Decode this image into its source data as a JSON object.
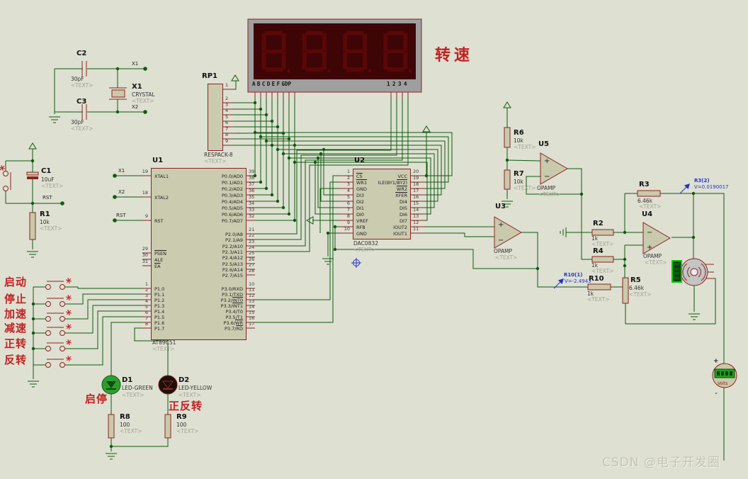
{
  "display": {
    "segments_label": "ABCDEFG",
    "dp_label": "DP",
    "digits_label": "1234",
    "annotation": "转速"
  },
  "ics": {
    "u1": {
      "ref": "U1",
      "part": "AT89C51",
      "text": "<TEXT>",
      "left_pins": [
        {
          "n": "19",
          "name": "XTAL1"
        },
        {
          "n": "18",
          "name": "XTAL2"
        },
        {
          "n": "9",
          "name": "RST"
        },
        {
          "n": "29",
          "name": "PSEN",
          "bar": "PSEN"
        },
        {
          "n": "30",
          "name": "ALE"
        },
        {
          "n": "31",
          "name": "EA",
          "bar": "EA"
        },
        {
          "n": "1",
          "name": "P1.0"
        },
        {
          "n": "2",
          "name": "P1.1"
        },
        {
          "n": "3",
          "name": "P1.2"
        },
        {
          "n": "4",
          "name": "P1.3"
        },
        {
          "n": "5",
          "name": "P1.4"
        },
        {
          "n": "6",
          "name": "P1.5"
        },
        {
          "n": "7",
          "name": "P1.6"
        },
        {
          "n": "8",
          "name": "P1.7"
        }
      ],
      "right_pins": [
        {
          "n": "39",
          "name": "P0.0/AD0"
        },
        {
          "n": "38",
          "name": "P0.1/AD1"
        },
        {
          "n": "37",
          "name": "P0.2/AD2"
        },
        {
          "n": "36",
          "name": "P0.3/AD3"
        },
        {
          "n": "35",
          "name": "P0.4/AD4"
        },
        {
          "n": "34",
          "name": "P0.5/AD5"
        },
        {
          "n": "33",
          "name": "P0.6/AD6"
        },
        {
          "n": "32",
          "name": "P0.7/AD7"
        },
        {
          "n": "21",
          "name": "P2.0/A8"
        },
        {
          "n": "22",
          "name": "P2.1/A9"
        },
        {
          "n": "23",
          "name": "P2.2/A10"
        },
        {
          "n": "24",
          "name": "P2.3/A11"
        },
        {
          "n": "25",
          "name": "P2.4/A12"
        },
        {
          "n": "26",
          "name": "P2.5/A13"
        },
        {
          "n": "27",
          "name": "P2.6/A14"
        },
        {
          "n": "28",
          "name": "P2.7/A15"
        },
        {
          "n": "10",
          "name": "P3.0/RXD"
        },
        {
          "n": "11",
          "name": "P3.1/TXD"
        },
        {
          "n": "12",
          "name": "P3.2/INT0",
          "bar": "INT0"
        },
        {
          "n": "13",
          "name": "P3.3/INT1",
          "bar": "INT1"
        },
        {
          "n": "14",
          "name": "P3.4/T0"
        },
        {
          "n": "15",
          "name": "P3.5/T1"
        },
        {
          "n": "16",
          "name": "P3.6/WR",
          "bar": "WR"
        },
        {
          "n": "17",
          "name": "P3.7/RD",
          "bar": "RD"
        }
      ]
    },
    "u2": {
      "ref": "U2",
      "part": "DAC0832",
      "text": "<TEXT>",
      "left_pins": [
        {
          "n": "1",
          "name": "CS",
          "bar": "CS"
        },
        {
          "n": "2",
          "name": "WR1",
          "bar": "WR1"
        },
        {
          "n": "3",
          "name": "GND"
        },
        {
          "n": "4",
          "name": "DI3"
        },
        {
          "n": "5",
          "name": "DI2"
        },
        {
          "n": "6",
          "name": "DI1"
        },
        {
          "n": "7",
          "name": "DI0"
        },
        {
          "n": "8",
          "name": "VREF"
        },
        {
          "n": "9",
          "name": "RFB"
        },
        {
          "n": "10",
          "name": "GND"
        }
      ],
      "right_pins": [
        {
          "n": "20",
          "name": "VCC"
        },
        {
          "n": "19",
          "name": "ILE(BY1/BY2)",
          "bar": "BY2)"
        },
        {
          "n": "18",
          "name": "WR2",
          "bar": "WR2"
        },
        {
          "n": "17",
          "name": "XFER",
          "bar": "XFER"
        },
        {
          "n": "16",
          "name": "DI4"
        },
        {
          "n": "15",
          "name": "DI5"
        },
        {
          "n": "14",
          "name": "DI6"
        },
        {
          "n": "13",
          "name": "DI7"
        },
        {
          "n": "12",
          "name": "IOUT2"
        },
        {
          "n": "11",
          "name": "IOUT1"
        }
      ]
    },
    "rp1": {
      "ref": "RP1",
      "part": "RESPACK-8",
      "text": "<TEXT>",
      "pins": [
        {
          "n": "1"
        },
        {
          "n": "2"
        },
        {
          "n": "3"
        },
        {
          "n": "4"
        },
        {
          "n": "5"
        },
        {
          "n": "6"
        },
        {
          "n": "7"
        },
        {
          "n": "8"
        },
        {
          "n": "9"
        }
      ]
    }
  },
  "opamps": {
    "u3": {
      "ref": "U3",
      "part": "OPAMP",
      "text": "<TEXT>"
    },
    "u4": {
      "ref": "U4",
      "part": "OPAMP",
      "text": "<TEXT>"
    },
    "u5": {
      "ref": "U5",
      "part": "OPAMP",
      "text": "<TEXT>"
    }
  },
  "passives": {
    "c1": {
      "ref": "C1",
      "value": "10uF",
      "text": "<TEXT>"
    },
    "c2": {
      "ref": "C2",
      "value": "30pF",
      "text": "<TEXT>"
    },
    "c3": {
      "ref": "C3",
      "value": "30pF",
      "text": "<TEXT>"
    },
    "x1": {
      "ref": "X1",
      "part": "CRYSTAL",
      "text": "<TEXT>"
    },
    "r1": {
      "ref": "R1",
      "value": "10k",
      "text": "<TEXT>"
    },
    "r2": {
      "ref": "R2",
      "value": "1k",
      "text": "<TEXT>"
    },
    "r3": {
      "ref": "R3",
      "value": "6.46k",
      "text": "<TEXT>"
    },
    "r4": {
      "ref": "R4",
      "value": "1k",
      "text": "<TEXT>"
    },
    "r5": {
      "ref": "R5",
      "value": "6.46k",
      "text": "<TEXT>"
    },
    "r6": {
      "ref": "R6",
      "value": "10k",
      "text": "<TEXT>"
    },
    "r7": {
      "ref": "R7",
      "value": "10k",
      "text": "<TEXT>"
    },
    "r8": {
      "ref": "R8",
      "value": "100",
      "text": "<TEXT>"
    },
    "r9": {
      "ref": "R9",
      "value": "100",
      "text": "<TEXT>"
    },
    "r10": {
      "ref": "R10",
      "value": "1k",
      "text": "<TEXT>"
    },
    "d1": {
      "ref": "D1",
      "part": "LED-GREEN",
      "text": "<TEXT>"
    },
    "d2": {
      "ref": "D2",
      "part": "LED-YELLOW",
      "text": "<TEXT>"
    }
  },
  "buttons": [
    {
      "label": "启动"
    },
    {
      "label": "停止"
    },
    {
      "label": "加速"
    },
    {
      "label": "减速"
    },
    {
      "label": "正转"
    },
    {
      "label": "反转"
    }
  ],
  "annotations": {
    "start_stop": "启停",
    "fwd_rev": "正反转"
  },
  "net_labels": {
    "x1": "X1",
    "x2": "X2",
    "rst": "RST"
  },
  "probes": [
    {
      "name": "R3(2)",
      "value": "V=0.0190017"
    },
    {
      "name": "R10(1)",
      "value": "V=-2.4943"
    }
  ],
  "meter": {
    "label": "Volts",
    "plus": "+",
    "minus": "-"
  },
  "watermark": "CSDN @电子开发圈",
  "colors": {
    "background": "#dee0d2",
    "wire": "#0d5c0d",
    "component_outline": "#8e2222",
    "component_body": "#cbcbb0",
    "probe_text": "#2233cc",
    "annotation_red": "#c22222",
    "display_panel": "#3d0505",
    "display_segment": "#5a0707"
  }
}
